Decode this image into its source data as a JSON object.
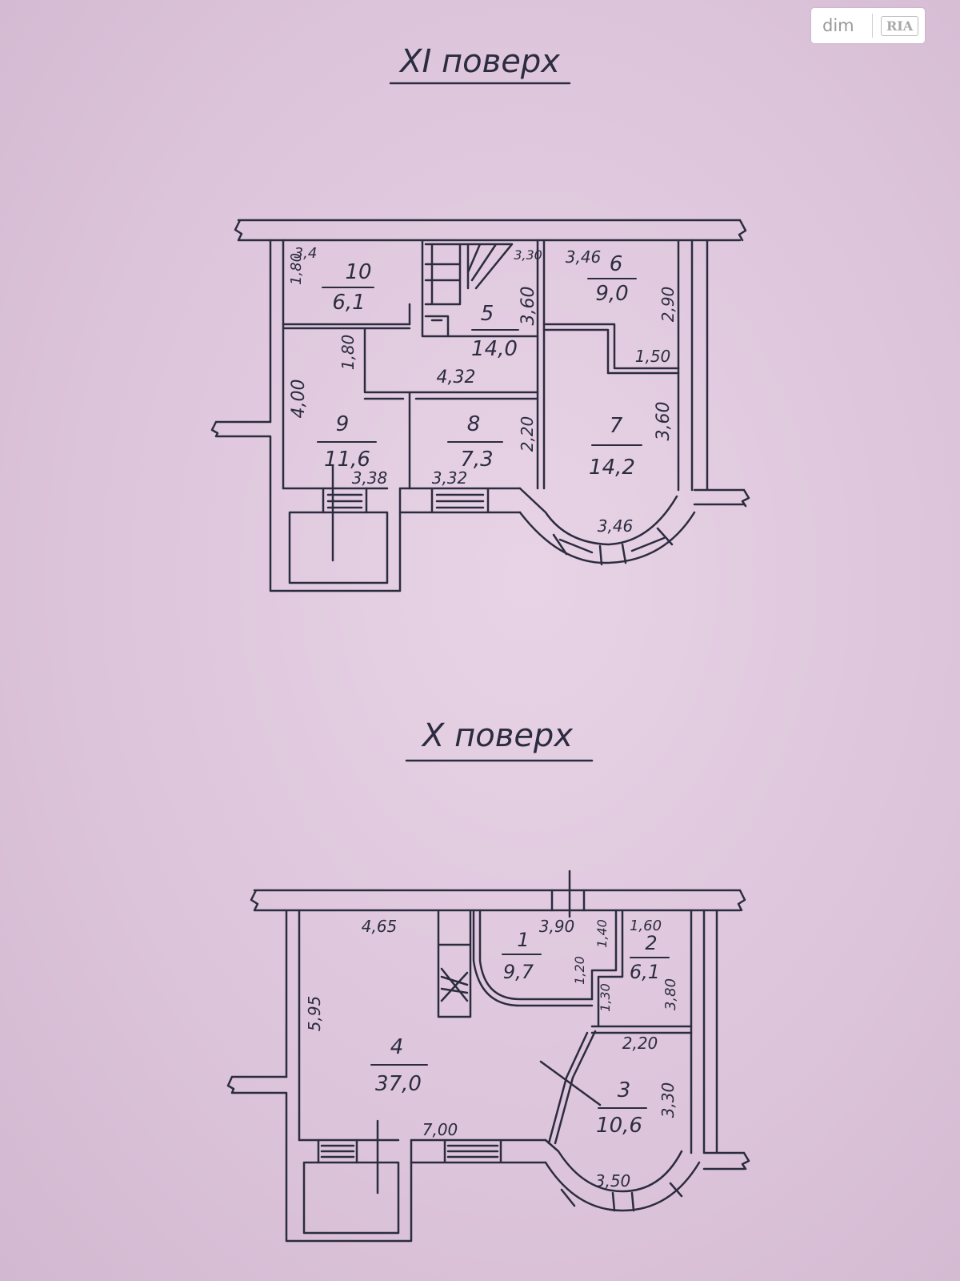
{
  "watermark": {
    "left": "dim",
    "right": "RIA"
  },
  "floor_11": {
    "title": "XI поверх",
    "rooms": [
      {
        "no": "10",
        "area": "6,1"
      },
      {
        "no": "5",
        "area": "14,0"
      },
      {
        "no": "6",
        "area": "9,0"
      },
      {
        "no": "9",
        "area": "11,6"
      },
      {
        "no": "8",
        "area": "7,3"
      },
      {
        "no": "7",
        "area": "14,2"
      }
    ],
    "dims": [
      "3,4",
      "1,80",
      "3,30",
      "3,46",
      "3,60",
      "2,90",
      "1,80",
      "1,50",
      "4,32",
      "4,00",
      "2,20",
      "3,60",
      "3,38",
      "3,32",
      "3,46"
    ]
  },
  "floor_10": {
    "title": "X поверх",
    "rooms": [
      {
        "no": "1",
        "area": "9,7"
      },
      {
        "no": "2",
        "area": "6,1"
      },
      {
        "no": "4",
        "area": "37,0"
      },
      {
        "no": "3",
        "area": "10,6"
      }
    ],
    "dims": [
      "4,65",
      "3,90",
      "1,40",
      "1,60",
      "1,20",
      "1,30",
      "3,80",
      "5,95",
      "2,20",
      "3,30",
      "7,00",
      "3,50"
    ]
  }
}
